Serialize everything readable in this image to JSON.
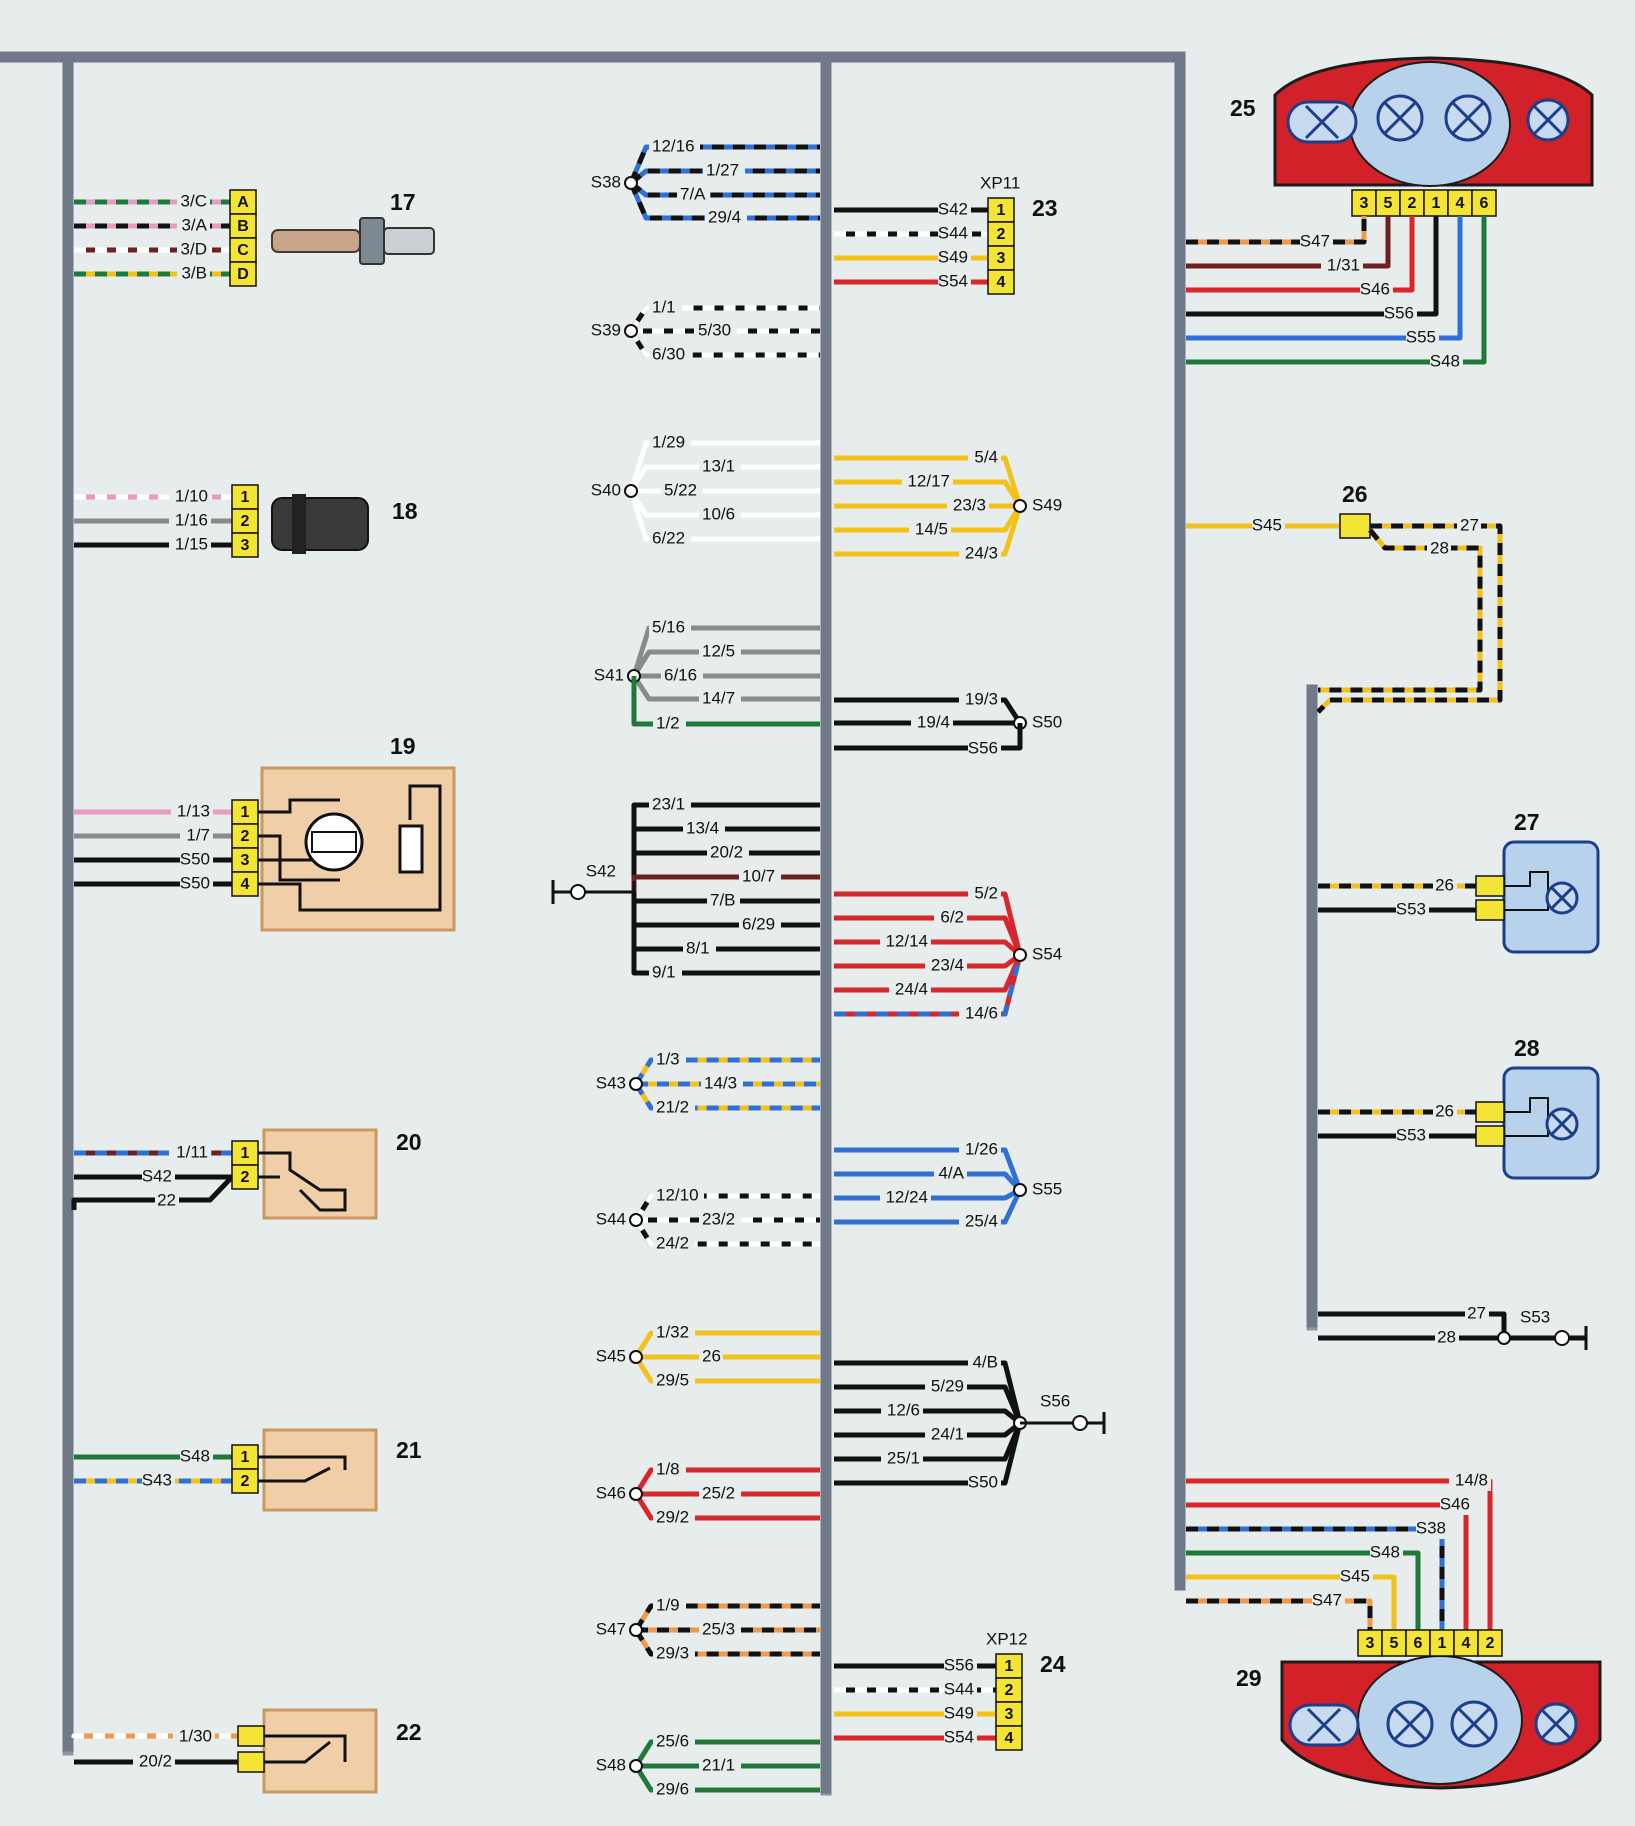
{
  "components": [
    {
      "id": "c17",
      "number": "17",
      "pins": [
        "A",
        "B",
        "C",
        "D"
      ],
      "wires": [
        "3/C",
        "3/A",
        "3/D",
        "3/B"
      ]
    },
    {
      "id": "c18",
      "number": "18",
      "pins": [
        "1",
        "2",
        "3"
      ],
      "wires": [
        "1/10",
        "1/16",
        "1/15"
      ]
    },
    {
      "id": "c19",
      "number": "19",
      "pins": [
        "1",
        "2",
        "3",
        "4"
      ],
      "wires": [
        "1/13",
        "1/7",
        "S50",
        "S50"
      ]
    },
    {
      "id": "c20",
      "number": "20",
      "pins": [
        "1",
        "2"
      ],
      "wires": [
        "1/11",
        "S42",
        "22"
      ]
    },
    {
      "id": "c21",
      "number": "21",
      "pins": [
        "1",
        "2"
      ],
      "wires": [
        "S48",
        "S43"
      ]
    },
    {
      "id": "c22",
      "number": "22",
      "wires": [
        "1/30",
        "20/2"
      ]
    },
    {
      "id": "c23",
      "number": "23",
      "connector": "XP11",
      "pins": [
        "1",
        "2",
        "3",
        "4"
      ],
      "wires": [
        "S42",
        "S44",
        "S49",
        "S54"
      ]
    },
    {
      "id": "c24",
      "number": "24",
      "connector": "XP12",
      "pins": [
        "1",
        "2",
        "3",
        "4"
      ],
      "wires": [
        "S56",
        "S44",
        "S49",
        "S54"
      ]
    },
    {
      "id": "c25",
      "number": "25",
      "pins": [
        "3",
        "5",
        "2",
        "1",
        "4",
        "6"
      ],
      "wires": [
        "S47",
        "1/31",
        "S46",
        "S56",
        "S55",
        "S48"
      ]
    },
    {
      "id": "c26",
      "number": "26",
      "wires": [
        "S45",
        "27",
        "28"
      ]
    },
    {
      "id": "c27",
      "number": "27",
      "wires": [
        "26",
        "S53"
      ]
    },
    {
      "id": "c28",
      "number": "28",
      "wires": [
        "26",
        "S53"
      ]
    },
    {
      "id": "c29",
      "number": "29",
      "pins": [
        "3",
        "5",
        "6",
        "1",
        "4",
        "2"
      ],
      "wires": [
        "14/8",
        "S46",
        "S38",
        "S48",
        "S45",
        "S47"
      ]
    }
  ],
  "splices_left": [
    {
      "name": "S38",
      "wires": [
        "12/16",
        "1/27",
        "7/A",
        "29/4"
      ]
    },
    {
      "name": "S39",
      "wires": [
        "1/1",
        "5/30",
        "6/30"
      ]
    },
    {
      "name": "S40",
      "wires": [
        "1/29",
        "13/1",
        "5/22",
        "10/6",
        "6/22"
      ]
    },
    {
      "name": "S41",
      "wires": [
        "5/16",
        "12/5",
        "6/16",
        "14/7",
        "1/2"
      ]
    },
    {
      "name": "S42",
      "wires": [
        "23/1",
        "13/4",
        "20/2",
        "10/7",
        "7/B",
        "6/29",
        "8/1",
        "9/1"
      ]
    },
    {
      "name": "S43",
      "wires": [
        "1/3",
        "14/3",
        "21/2"
      ]
    },
    {
      "name": "S44",
      "wires": [
        "12/10",
        "23/2",
        "24/2"
      ]
    },
    {
      "name": "S45",
      "wires": [
        "1/32",
        "26",
        "29/5"
      ]
    },
    {
      "name": "S46",
      "wires": [
        "1/8",
        "25/2",
        "29/2"
      ]
    },
    {
      "name": "S47",
      "wires": [
        "1/9",
        "25/3",
        "29/3"
      ]
    },
    {
      "name": "S48",
      "wires": [
        "25/6",
        "21/1",
        "29/6"
      ]
    }
  ],
  "splices_right": [
    {
      "name": "S49",
      "wires": [
        "5/4",
        "12/17",
        "23/3",
        "14/5",
        "24/3"
      ]
    },
    {
      "name": "S50",
      "wires": [
        "19/3",
        "19/4",
        "S56"
      ]
    },
    {
      "name": "S54",
      "wires": [
        "5/2",
        "6/2",
        "12/14",
        "23/4",
        "24/4",
        "14/6"
      ]
    },
    {
      "name": "S55",
      "wires": [
        "1/26",
        "4/A",
        "12/24",
        "25/4"
      ]
    },
    {
      "name": "S56",
      "wires": [
        "4/B",
        "5/29",
        "12/6",
        "24/1",
        "25/1",
        "S50"
      ]
    }
  ],
  "ground_splice": {
    "name": "S53",
    "wires": [
      "27",
      "28"
    ]
  },
  "colors": {
    "black": "#111111",
    "pink": "#e89ac0",
    "green": "#1f7a3a",
    "brown": "#6e1f1f",
    "yellow": "#f2c21b",
    "gray": "#8a8a8a",
    "red": "#d8262b",
    "blue": "#2f6fd6",
    "orange": "#ee9a4a",
    "white": "#ffffff",
    "harness": "#8e97a6",
    "connector": "#f3e435",
    "box": "#f0cfa8",
    "lamp_red": "#d3212a",
    "lamp_blue": "#b9d2ec"
  }
}
